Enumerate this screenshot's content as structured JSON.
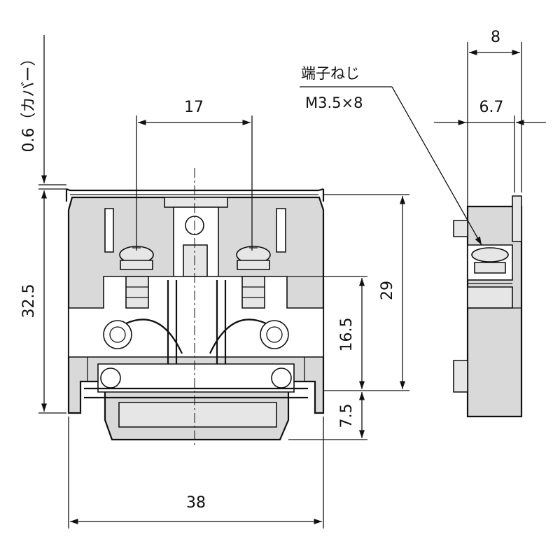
{
  "note": {
    "line1": "端子ねじ",
    "line2": "M3.5×8"
  },
  "dimensions": {
    "cover_thickness": "0.6（カバー）",
    "total_height": "32.5",
    "pitch": "17",
    "inner_height": "29",
    "upper_height": "16.5",
    "rail_height": "7.5",
    "width": "38",
    "side_width": "8",
    "side_inner": "6.7"
  }
}
